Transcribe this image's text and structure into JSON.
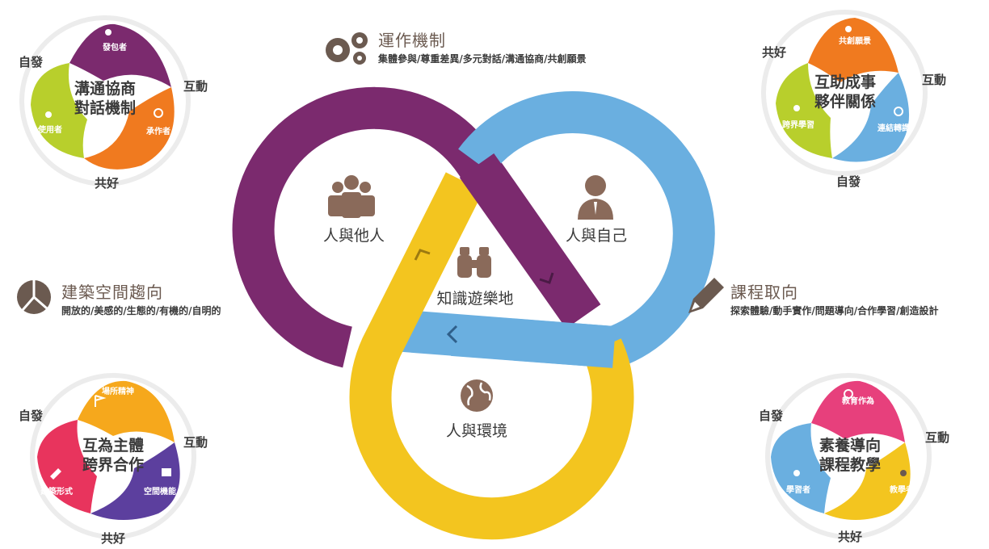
{
  "colors": {
    "purple": "#7b2a6e",
    "blue": "#6aafe0",
    "yellow": "#f3c51f",
    "orange": "#f07a1f",
    "green": "#b8cf2c",
    "red": "#e8345d",
    "pink": "#e7407c",
    "violet": "#5c3f9e",
    "text_brown": "#6b5a50"
  },
  "center": {
    "loop_left": "人與他人",
    "loop_right": "人與自己",
    "loop_bottom": "人與環境",
    "core": "知識遊樂地"
  },
  "sections": {
    "top": {
      "title": "運作機制",
      "subtitle": "集體參與/尊重差異/多元對話/溝通協商/共創願景",
      "icon": "gears-icon"
    },
    "left": {
      "title": "建築空間趨向",
      "subtitle": "開放的/美感的/生態的/有機的/自明的",
      "icon": "pie-chart-icon"
    },
    "right": {
      "title": "課程取向",
      "subtitle": "探索體驗/動手實作/問題導向/合作學習/創造設計",
      "icon": "pencil-icon"
    }
  },
  "cycles": {
    "top_left": {
      "hub": [
        "溝通協商",
        "對話機制"
      ],
      "segments": [
        "發包者",
        "承作者",
        "使用者"
      ],
      "words": {
        "a": "自發",
        "b": "互動",
        "c": "共好"
      }
    },
    "top_right": {
      "hub": [
        "互助成事",
        "夥伴關係"
      ],
      "segments": [
        "共創願景",
        "連結轉譯",
        "跨界學習"
      ],
      "words": {
        "a": "共好",
        "b": "互動",
        "c": "自發"
      }
    },
    "bottom_left": {
      "hub": [
        "互為主體",
        "跨界合作"
      ],
      "segments": [
        "場所精神",
        "空間機能",
        "建築形式"
      ],
      "words": {
        "a": "自發",
        "b": "互動",
        "c": "共好"
      }
    },
    "bottom_right": {
      "hub": [
        "素養導向",
        "課程教學"
      ],
      "segments": [
        "教育作為",
        "教學者",
        "學習者"
      ],
      "words": {
        "a": "自發",
        "b": "互動",
        "c": "共好"
      }
    }
  }
}
